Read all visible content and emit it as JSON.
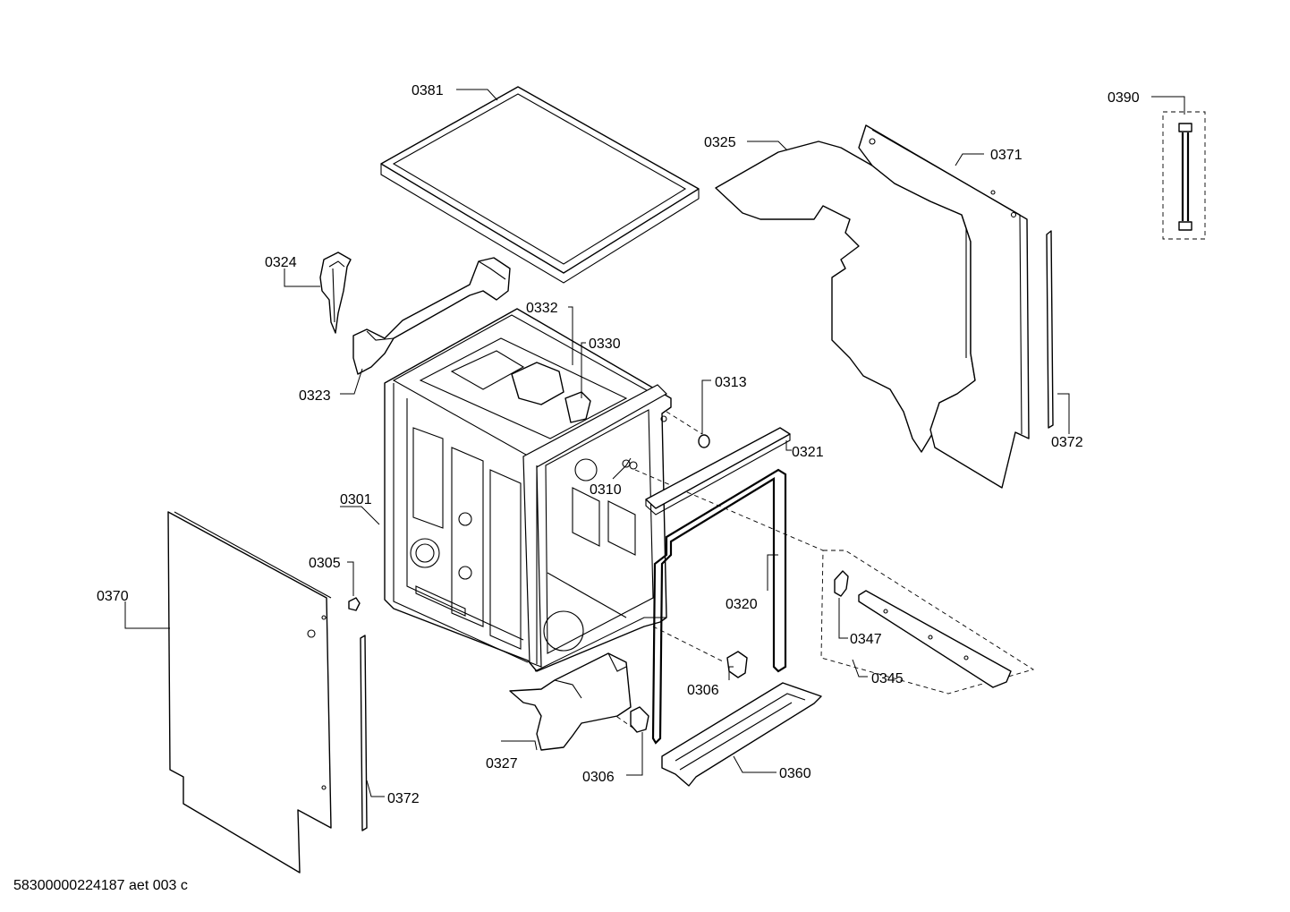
{
  "footer": {
    "drawing_code": "58300000224187 aet 003 c"
  },
  "labels": {
    "p0381": "0381",
    "p0325": "0325",
    "p0371": "0371",
    "p0390": "0390",
    "p0324": "0324",
    "p0332": "0332",
    "p0330": "0330",
    "p0323": "0323",
    "p0313": "0313",
    "p0321": "0321",
    "p0372a": "0372",
    "p0301": "0301",
    "p0310": "0310",
    "p0305": "0305",
    "p0370": "0370",
    "p0320": "0320",
    "p0347": "0347",
    "p0306a": "0306",
    "p0345": "0345",
    "p0327": "0327",
    "p0306b": "0306",
    "p0360": "0360",
    "p0372b": "0372"
  }
}
